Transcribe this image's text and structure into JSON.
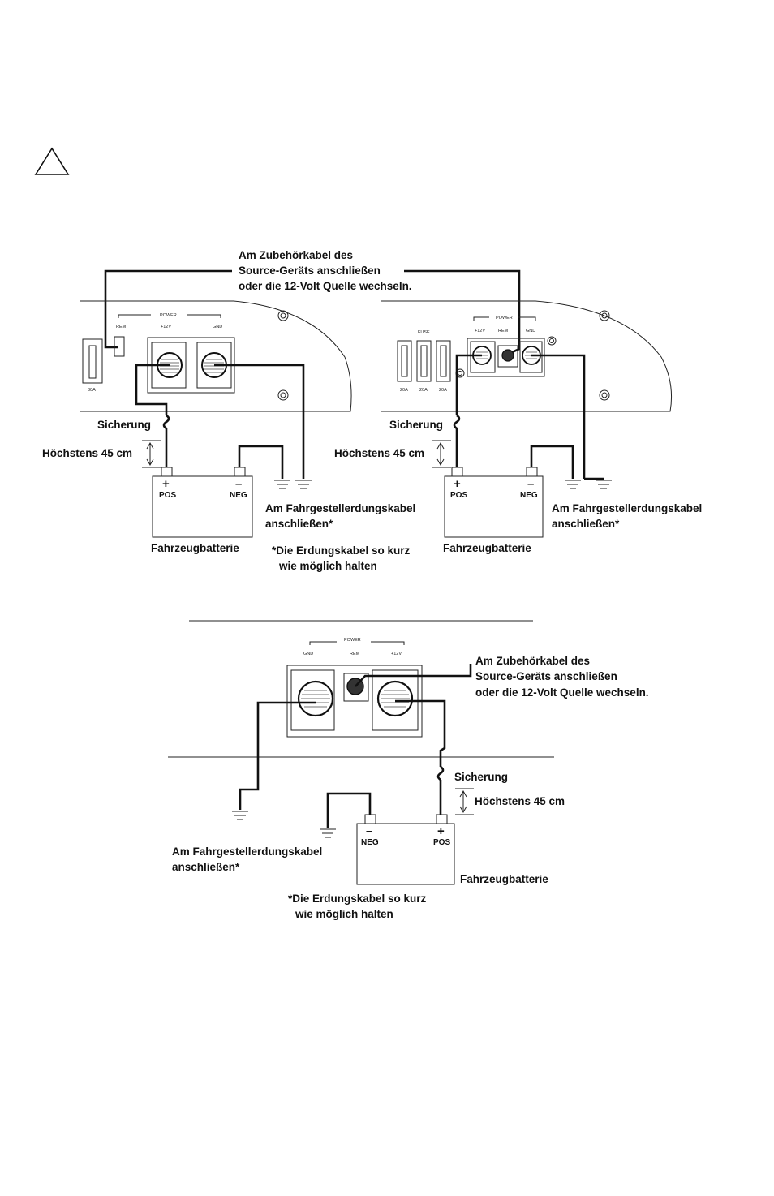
{
  "warning_icon": "warning-triangle-icon",
  "top_note": {
    "line1": "Am Zubehörkabel des",
    "line2": "Source-Geräts anschließen",
    "line3": "oder die 12-Volt Quelle wechseln."
  },
  "left_amp": {
    "power_header": "POWER",
    "rem": "REM",
    "plus12v": "+12V",
    "gnd": "GND",
    "fuse_rating": "30A"
  },
  "right_amp": {
    "power_header": "POWER",
    "plus12v": "+12V",
    "rem": "REM",
    "gnd": "GND",
    "fuse_header": "FUSE",
    "fuse_ratings": [
      "20A",
      "20A",
      "20A"
    ]
  },
  "bottom_amp": {
    "power_header": "POWER",
    "gnd": "GND",
    "rem": "REM",
    "plus12v": "+12V"
  },
  "labels": {
    "fuse": "Sicherung",
    "max_distance": "Höchstens 45 cm",
    "chassis_ground_line1": "Am Fahrgestellerdungskabel",
    "chassis_ground_line2": "anschließen*",
    "battery": "Fahrzeugbatterie",
    "note_line1": "*Die Erdungskabel so kurz",
    "note_line2": "wie möglich halten",
    "pos_symbol": "+",
    "neg_symbol": "–",
    "pos": "POS",
    "neg": "NEG"
  }
}
